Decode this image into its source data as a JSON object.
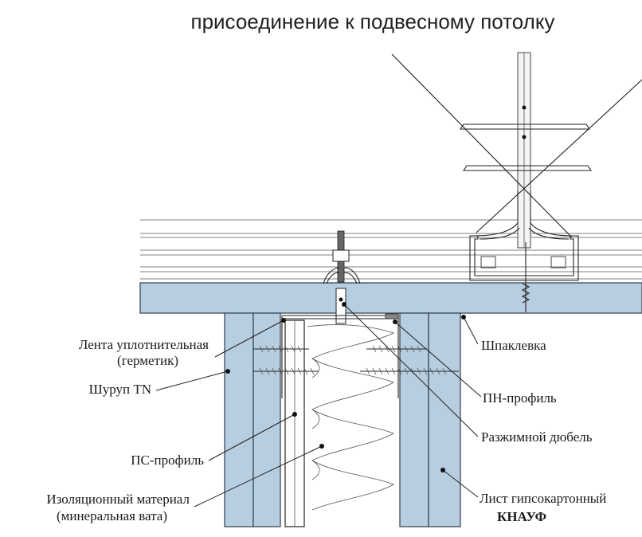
{
  "title": "присоединение к подвесному потолку",
  "labels": {
    "tape_line1": "Лента уплотнительная",
    "tape_line2": "(герметик)",
    "screw": "Шуруп TN",
    "ps_profile": "ПС-профиль",
    "insulation_line1": "Изоляционный материал",
    "insulation_line2": "(минеральная вата)",
    "putty": "Шпаклевка",
    "pn_profile": "ПН-профиль",
    "anchor": "Разжимной дюбель",
    "gypsum_line1": "Лист гипсокартонный",
    "gypsum_line2": "КНАУФ"
  },
  "colors": {
    "board": "#b7cde0",
    "outline": "#3c4a58",
    "line": "#222222"
  }
}
